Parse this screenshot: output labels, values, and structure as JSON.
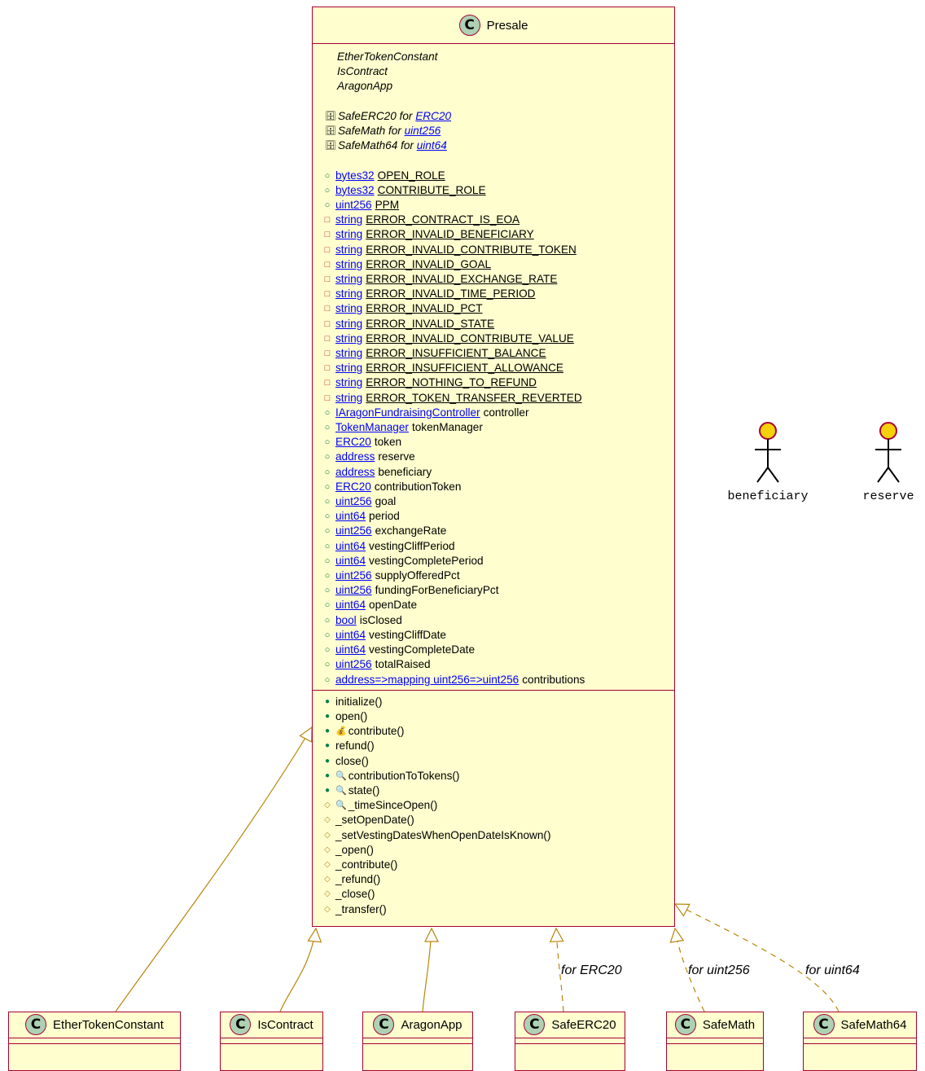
{
  "main_class": {
    "name": "Presale",
    "badge": "C",
    "inherits": [
      "EtherTokenConstant",
      "IsContract",
      "AragonApp"
    ],
    "usings": [
      {
        "icon": "library-icon",
        "lib": "SafeERC20",
        "for_text": "for",
        "type": "ERC20"
      },
      {
        "icon": "library-icon",
        "lib": "SafeMath",
        "for_text": "for",
        "type": "uint256"
      },
      {
        "icon": "library-icon",
        "lib": "SafeMath64",
        "for_text": "for",
        "type": "uint64"
      }
    ],
    "fields": [
      {
        "vis": "public",
        "type": "bytes32",
        "name": "OPEN_ROLE",
        "underline": true
      },
      {
        "vis": "public",
        "type": "bytes32",
        "name": "CONTRIBUTE_ROLE",
        "underline": true
      },
      {
        "vis": "public",
        "type": "uint256",
        "name": "PPM",
        "underline": true
      },
      {
        "vis": "private",
        "type": "string",
        "name": "ERROR_CONTRACT_IS_EOA",
        "underline": true
      },
      {
        "vis": "private",
        "type": "string",
        "name": "ERROR_INVALID_BENEFICIARY",
        "underline": true
      },
      {
        "vis": "private",
        "type": "string",
        "name": "ERROR_INVALID_CONTRIBUTE_TOKEN",
        "underline": true
      },
      {
        "vis": "private",
        "type": "string",
        "name": "ERROR_INVALID_GOAL",
        "underline": true
      },
      {
        "vis": "private",
        "type": "string",
        "name": "ERROR_INVALID_EXCHANGE_RATE",
        "underline": true
      },
      {
        "vis": "private",
        "type": "string",
        "name": "ERROR_INVALID_TIME_PERIOD",
        "underline": true
      },
      {
        "vis": "private",
        "type": "string",
        "name": "ERROR_INVALID_PCT",
        "underline": true
      },
      {
        "vis": "private",
        "type": "string",
        "name": "ERROR_INVALID_STATE",
        "underline": true
      },
      {
        "vis": "private",
        "type": "string",
        "name": "ERROR_INVALID_CONTRIBUTE_VALUE",
        "underline": true
      },
      {
        "vis": "private",
        "type": "string",
        "name": "ERROR_INSUFFICIENT_BALANCE",
        "underline": true
      },
      {
        "vis": "private",
        "type": "string",
        "name": "ERROR_INSUFFICIENT_ALLOWANCE",
        "underline": true
      },
      {
        "vis": "private",
        "type": "string",
        "name": "ERROR_NOTHING_TO_REFUND",
        "underline": true
      },
      {
        "vis": "private",
        "type": "string",
        "name": "ERROR_TOKEN_TRANSFER_REVERTED",
        "underline": true
      },
      {
        "vis": "public",
        "type": "IAragonFundraisingController",
        "name": "controller",
        "underline": false
      },
      {
        "vis": "public",
        "type": "TokenManager",
        "name": "tokenManager",
        "underline": false
      },
      {
        "vis": "public",
        "type": "ERC20",
        "name": "token",
        "underline": false
      },
      {
        "vis": "public",
        "type": "address",
        "name": "reserve",
        "underline": false
      },
      {
        "vis": "public",
        "type": "address",
        "name": "beneficiary",
        "underline": false
      },
      {
        "vis": "public",
        "type": "ERC20",
        "name": "contributionToken",
        "underline": false
      },
      {
        "vis": "public",
        "type": "uint256",
        "name": "goal",
        "underline": false
      },
      {
        "vis": "public",
        "type": "uint64",
        "name": "period",
        "underline": false
      },
      {
        "vis": "public",
        "type": "uint256",
        "name": "exchangeRate",
        "underline": false
      },
      {
        "vis": "public",
        "type": "uint64",
        "name": "vestingCliffPeriod",
        "underline": false
      },
      {
        "vis": "public",
        "type": "uint64",
        "name": "vestingCompletePeriod",
        "underline": false
      },
      {
        "vis": "public",
        "type": "uint256",
        "name": "supplyOfferedPct",
        "underline": false
      },
      {
        "vis": "public",
        "type": "uint256",
        "name": "fundingForBeneficiaryPct",
        "underline": false
      },
      {
        "vis": "public",
        "type": "uint64",
        "name": "openDate",
        "underline": false
      },
      {
        "vis": "public",
        "type": "bool",
        "name": "isClosed",
        "underline": false
      },
      {
        "vis": "public",
        "type": "uint64",
        "name": "vestingCliffDate",
        "underline": false
      },
      {
        "vis": "public",
        "type": "uint64",
        "name": "vestingCompleteDate",
        "underline": false
      },
      {
        "vis": "public",
        "type": "uint256",
        "name": "totalRaised",
        "underline": false
      },
      {
        "vis": "public",
        "type": "address=>mapping uint256=>uint256",
        "name": "contributions",
        "underline": false
      }
    ],
    "methods": [
      {
        "vis": "public",
        "icon": "",
        "name": "initialize()"
      },
      {
        "vis": "public",
        "icon": "",
        "name": "open()"
      },
      {
        "vis": "public",
        "icon": "payable-icon",
        "name": "contribute()"
      },
      {
        "vis": "public",
        "icon": "",
        "name": "refund()"
      },
      {
        "vis": "public",
        "icon": "",
        "name": "close()"
      },
      {
        "vis": "public",
        "icon": "view-icon",
        "name": "contributionToTokens()"
      },
      {
        "vis": "public",
        "icon": "view-icon",
        "name": "state()"
      },
      {
        "vis": "internal",
        "icon": "view-icon",
        "name": "_timeSinceOpen()"
      },
      {
        "vis": "internal",
        "icon": "",
        "name": "_setOpenDate()"
      },
      {
        "vis": "internal",
        "icon": "",
        "name": "_setVestingDatesWhenOpenDateIsKnown()"
      },
      {
        "vis": "internal",
        "icon": "",
        "name": "_open()"
      },
      {
        "vis": "internal",
        "icon": "",
        "name": "_contribute()"
      },
      {
        "vis": "internal",
        "icon": "",
        "name": "_refund()"
      },
      {
        "vis": "internal",
        "icon": "",
        "name": "_close()"
      },
      {
        "vis": "internal",
        "icon": "",
        "name": "_transfer()"
      }
    ]
  },
  "actors": [
    {
      "name": "beneficiary"
    },
    {
      "name": "reserve"
    }
  ],
  "bottom_classes": [
    {
      "name": "EtherTokenConstant",
      "badge": "C"
    },
    {
      "name": "IsContract",
      "badge": "C"
    },
    {
      "name": "AragonApp",
      "badge": "C"
    },
    {
      "name": "SafeERC20",
      "badge": "C"
    },
    {
      "name": "SafeMath",
      "badge": "C"
    },
    {
      "name": "SafeMath64",
      "badge": "C"
    }
  ],
  "edge_labels": [
    {
      "text": "for ERC20"
    },
    {
      "text": "for uint256"
    },
    {
      "text": "for uint64"
    }
  ],
  "colors": {
    "class_bg": "#fefece",
    "class_border": "#a80036",
    "badge_bg": "#add1b2",
    "link": "#0000ff",
    "edge": "#b8860b",
    "actor_head": "#f4d10b",
    "public": "#038048",
    "private": "#c82930",
    "internal": "#b38d22"
  }
}
